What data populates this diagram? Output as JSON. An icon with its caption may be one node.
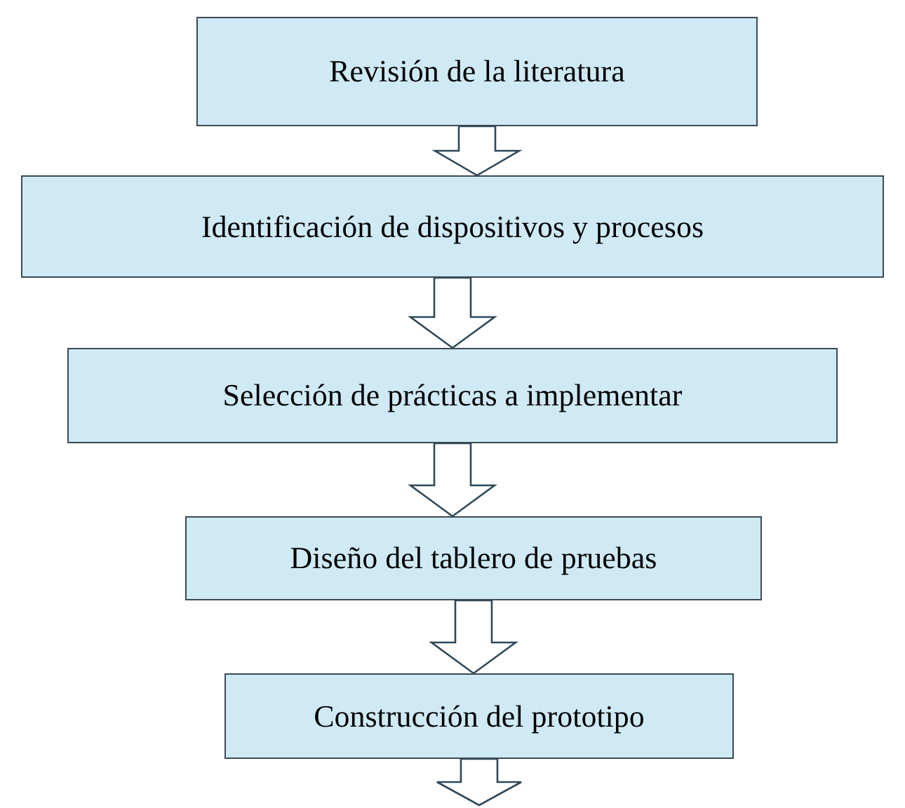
{
  "diagram": {
    "nodes": [
      {
        "text": [
          "Revisión de la literatura"
        ]
      },
      {
        "text": [
          "Identificación de dispositivos y procesos"
        ]
      },
      {
        "text": [
          "Selección de prácticas a implementar"
        ]
      },
      {
        "text": [
          "Diseño del tablero de pruebas"
        ]
      },
      {
        "text": [
          "Construcción del prototipo"
        ]
      }
    ],
    "edges": [
      {
        "from": 0,
        "to": 1,
        "arrow": "to"
      },
      {
        "from": 1,
        "to": 2,
        "arrow": "to"
      },
      {
        "from": 2,
        "to": 3,
        "arrow": "to"
      },
      {
        "from": 3,
        "to": 4,
        "arrow": "to"
      },
      {
        "from": 4,
        "to": null,
        "arrow": "to"
      }
    ]
  }
}
